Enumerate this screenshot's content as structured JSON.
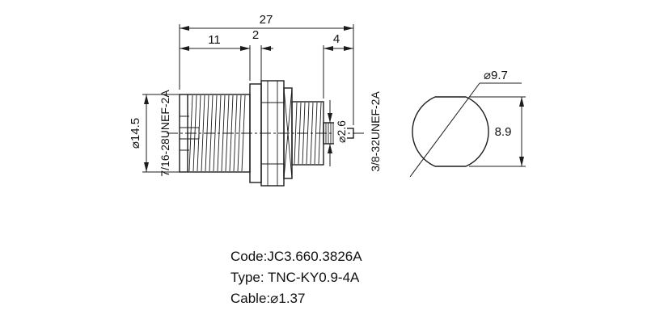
{
  "colors": {
    "line": "#1c1c1c",
    "background": "#ffffff"
  },
  "side_view": {
    "dim_overall": "27",
    "dim_front": "11",
    "dim_flange": "2",
    "dim_rear": "4",
    "thread_front": "7/16-28UNEF-2A",
    "dia_body": "⌀14.5",
    "dia_barrel": "⌀2.6",
    "thread_rear": "3/8-32UNEF-2A"
  },
  "end_view": {
    "dia_hole": "⌀9.7",
    "across_flats": "8.9"
  },
  "notes": {
    "code": "Code:JC3.660.3826A",
    "type": "Type: TNC-KY0.9-4A",
    "cable": "Cable:⌀1.37"
  }
}
